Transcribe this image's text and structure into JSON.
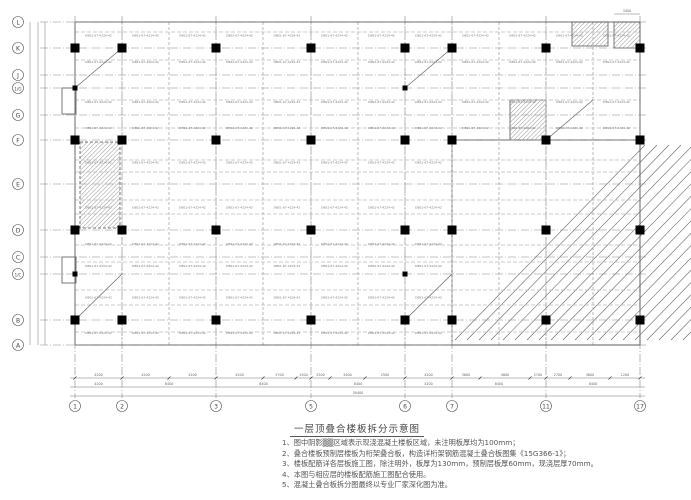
{
  "title": "一层顶叠合楼板拆分示意图",
  "notes": [
    "1、图中阴影▒▒区域表示现浇混凝土楼板区域，未注明板厚均为100mm；",
    "2、叠合楼板预制层楼板为桁架叠合板，构造详桁架钢筋混凝土叠合板图集《15G366-1》；",
    "3、楼板配筋详各层板施工图，除注明外，板厚为130mm，预制层板厚60mm，现浇层厚70mm。",
    "4、本图与相应层的楼板配筋施工图配合使用。",
    "5、混凝土叠合板拆分图最终以专业厂家深化图为准。"
  ],
  "col_axes": [
    "1",
    "2",
    "3",
    "5",
    "6",
    "7",
    "11",
    "17"
  ],
  "row_axes": [
    "L",
    "K",
    "J",
    "1/G",
    "G",
    "F",
    "E",
    "D",
    "C",
    "1/C",
    "B",
    "A"
  ],
  "dims_row1": [
    "4200",
    "4200",
    "4200",
    "4200",
    "2700",
    "1500",
    "2500",
    "3400",
    "2500",
    "4200",
    "3600",
    "4800",
    "2700",
    "2700",
    "3600",
    "1200"
  ],
  "dims_row2": [
    "4200",
    "8400",
    "8400",
    "8400",
    "4200",
    "8400",
    "8400"
  ],
  "dims_total": "50400",
  "panel_label": "DBS1-67-4224-42",
  "top_dim": "3400"
}
